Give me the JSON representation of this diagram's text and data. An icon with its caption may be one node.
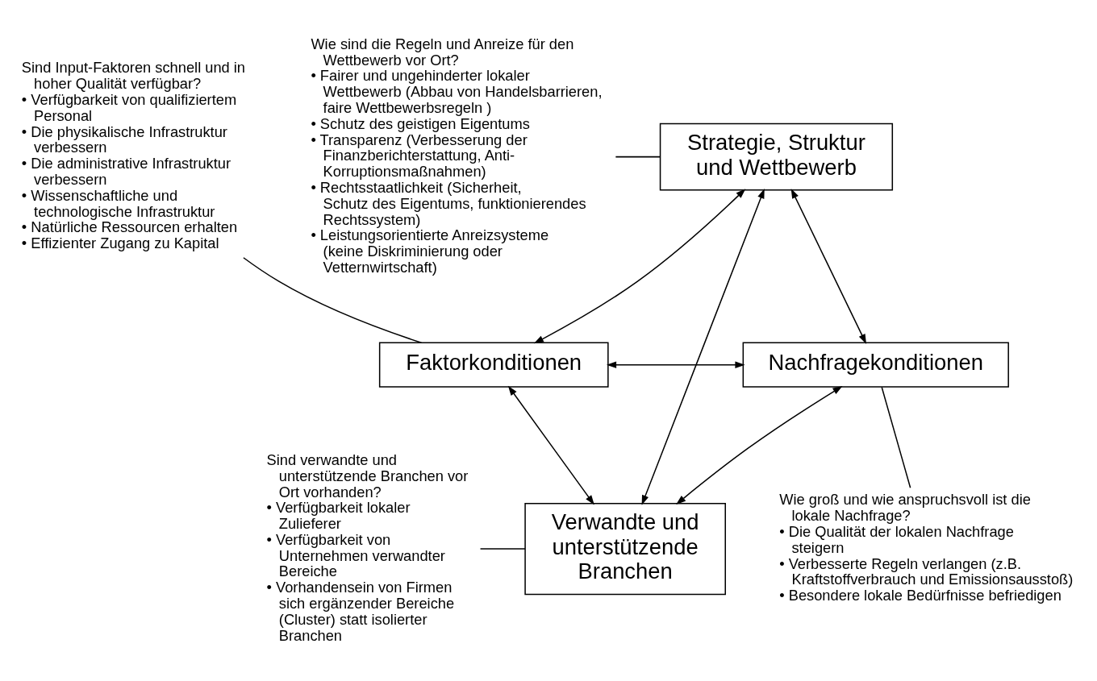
{
  "diagram": {
    "nodes": [
      {
        "text": [
          "Strategie, Struktur und Wettbewerb"
        ]
      },
      {
        "text": [
          "Faktorkonditionen"
        ]
      },
      {
        "text": [
          "Nachfragekonditionen"
        ]
      },
      {
        "text": [
          "Verwandte und unterstützende Branchen"
        ]
      },
      {
        "text": [
          "Sind Input-Faktoren schnell und in hoher Qualität verfügbar?",
          "• Verfügbarkeit von qualifiziertem Personal",
          "• Die physikalische Infrastruktur verbessern",
          "• Die administrative Infrastruktur verbessern",
          "• Wissenschaftliche und technologische Infrastruktur",
          "• Natürliche Ressourcen erhalten",
          "• Effizienter Zugang zu Kapital"
        ]
      },
      {
        "text": [
          "Wie sind die Regeln und Anreize für den Wettbewerb vor Ort?",
          "• Fairer und ungehinderter lokaler Wettbewerb (Abbau von Handelsbarrieren, faire Wettbewerbsregeln )",
          "• Schutz des geistigen Eigentums",
          "• Transparenz (Verbesserung der Finanzberichterstattung, Anti-Korruptionsmaßnahmen)",
          "• Rechtsstaatlichkeit (Sicherheit, Schutz des Eigentums, funktionierendes Rechtssystem)",
          "• Leistungsorientierte Anreizsysteme (keine Diskriminierung oder Vetternwirtschaft)"
        ]
      },
      {
        "text": [
          "Sind verwandte und unterstützende Branchen vor Ort vorhanden?",
          "• Verfügbarkeit lokaler Zulieferer",
          "• Verfügbarkeit von Unternehmen verwandter Bereiche",
          "• Vorhandensein von Firmen sich ergänzender Bereiche (Cluster) statt isolierter Branchen"
        ]
      },
      {
        "text": [
          "Wie groß und wie anspruchsvoll ist die lokale Nachfrage?",
          "• Die Qualität der lokalen Nachfrage steigern",
          "• Verbesserte Regeln verlangen (z.B. Kraftstoffverbrauch und Emissionsausstoß)",
          "• Besondere lokale Bedürfnisse befriedigen"
        ]
      }
    ],
    "edges": [
      {
        "from": 0,
        "to": 1,
        "arrow": "both"
      },
      {
        "from": 0,
        "to": 2,
        "arrow": "both"
      },
      {
        "from": 1,
        "to": 2,
        "arrow": "both"
      },
      {
        "from": 0,
        "to": 3,
        "arrow": "both"
      },
      {
        "from": 1,
        "to": 3,
        "arrow": "both"
      },
      {
        "from": 2,
        "to": 3,
        "arrow": "both"
      },
      {
        "from": 4,
        "to": 1,
        "arrow": "none"
      },
      {
        "from": 5,
        "to": 0,
        "arrow": "none"
      },
      {
        "from": 6,
        "to": 3,
        "arrow": "none"
      },
      {
        "from": 7,
        "to": 2,
        "arrow": "none"
      }
    ]
  }
}
